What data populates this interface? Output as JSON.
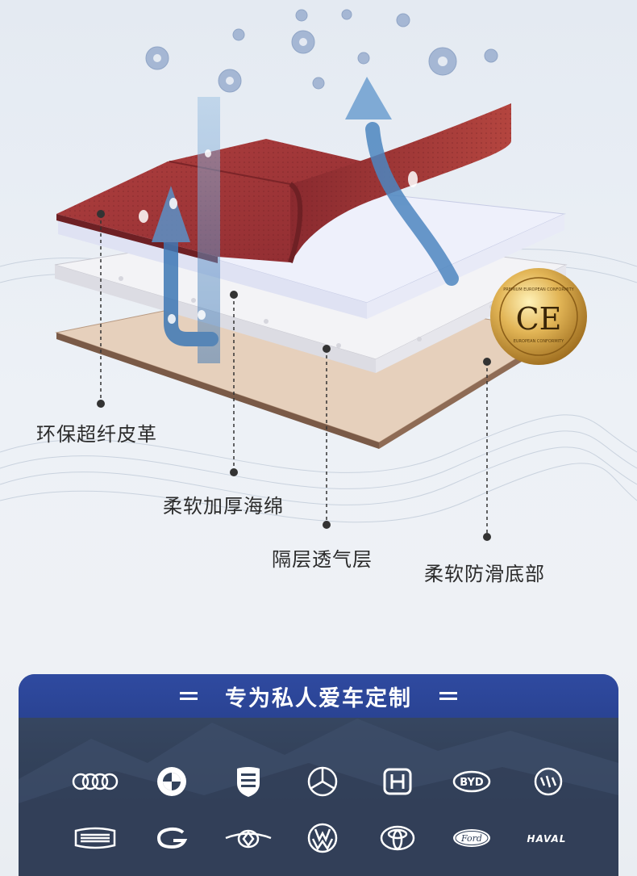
{
  "layers": {
    "leather": "环保超纤皮革",
    "sponge": "柔软加厚海绵",
    "breathable": "隔层透气层",
    "bottom": "柔软防滑底部"
  },
  "ce_badge": {
    "mark": "CE",
    "ring_top": "PREMIUM EUROPEAN CONFORMITY",
    "ring_bottom": "EUROPEAN CONFORMITY"
  },
  "section": {
    "title": "专为私人爱车定制"
  },
  "brands": {
    "byd": "BYD",
    "ford": "Ford",
    "haval": "HAVAL"
  },
  "colors": {
    "leather": "#a8373c",
    "header": "#2f4aa0",
    "arrow": "#5a8cbf"
  }
}
